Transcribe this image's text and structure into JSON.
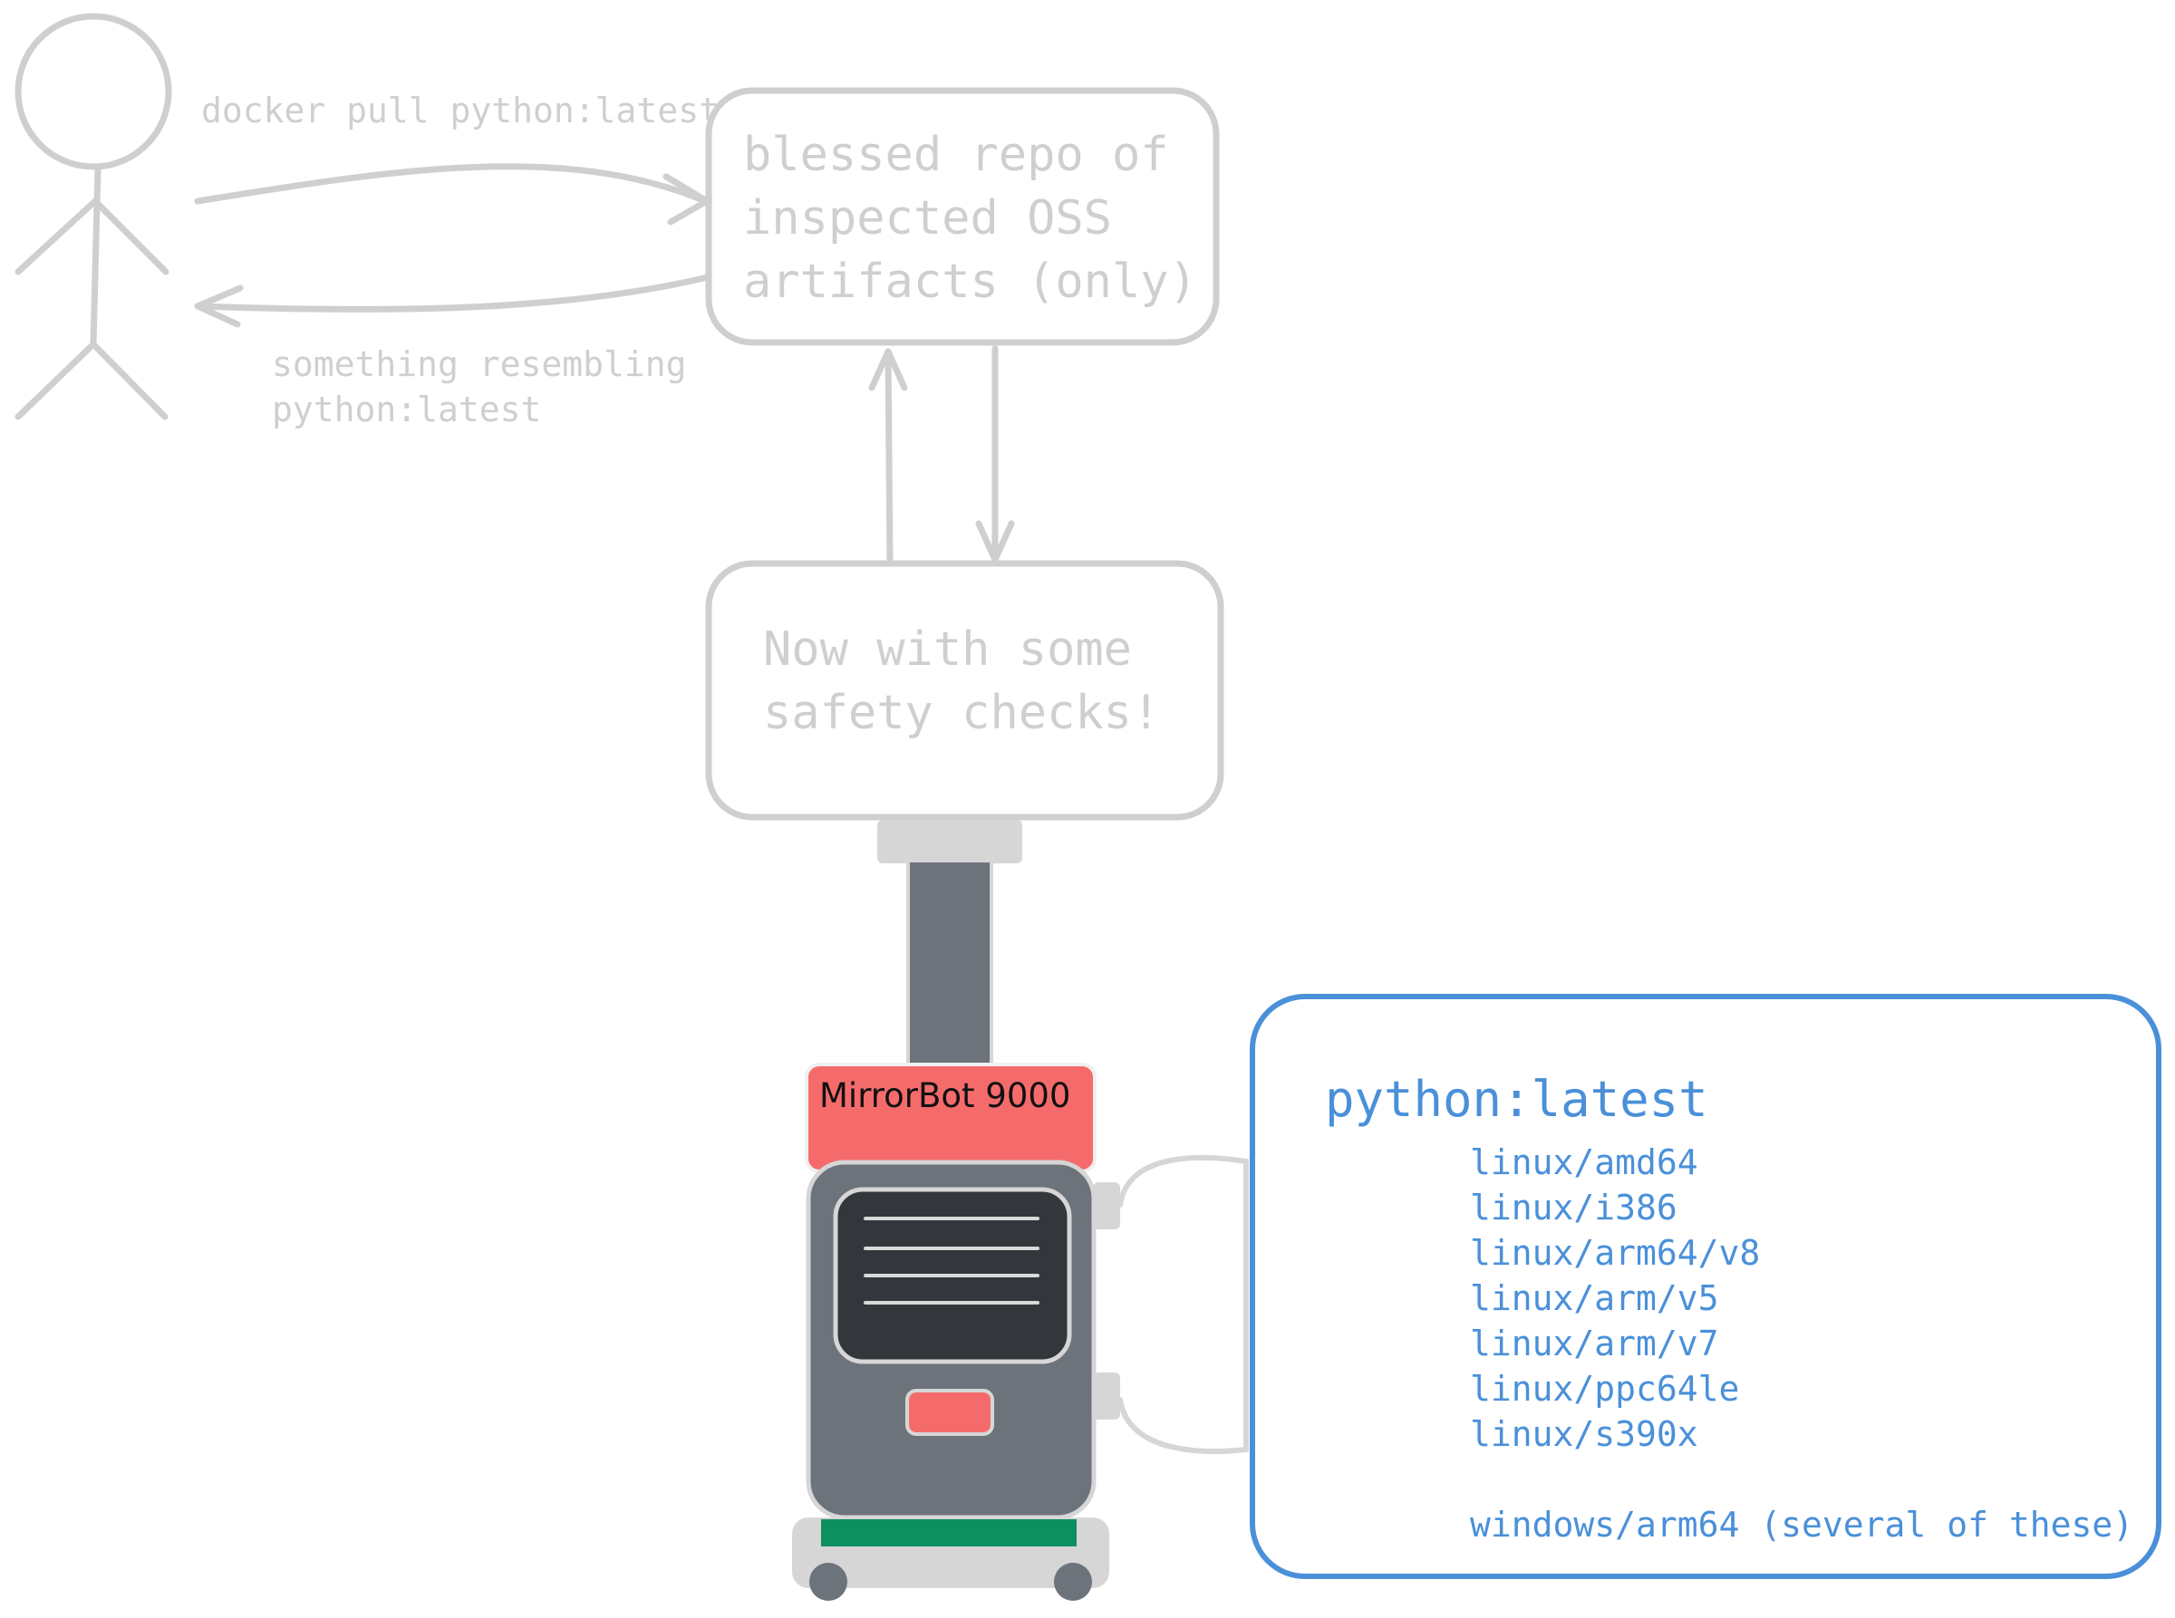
{
  "user": {
    "pull_command": "docker pull python:latest",
    "response_line1": "something resembling",
    "response_line2": "python:latest"
  },
  "repo_box": {
    "line1": "blessed repo of",
    "line2": "inspected OSS",
    "line3": "artifacts (only)"
  },
  "safety_box": {
    "line1": "Now with some",
    "line2": "safety checks!"
  },
  "robot": {
    "label": "MirrorBot 9000"
  },
  "image_panel": {
    "title": "python:latest",
    "platforms": [
      "linux/amd64",
      "linux/i386",
      "linux/arm64/v8",
      "linux/arm/v5",
      "linux/arm/v7",
      "linux/ppc64le",
      "linux/s390x"
    ],
    "extra": "windows/arm64 (several of these)"
  },
  "colors": {
    "sketch_gray": "#cfcfcf",
    "panel_blue": "#4a90d9",
    "robot_body": "#6d737a",
    "robot_red": "#f56b6b",
    "robot_screen": "#33373b",
    "robot_green": "#0e8f5f"
  }
}
